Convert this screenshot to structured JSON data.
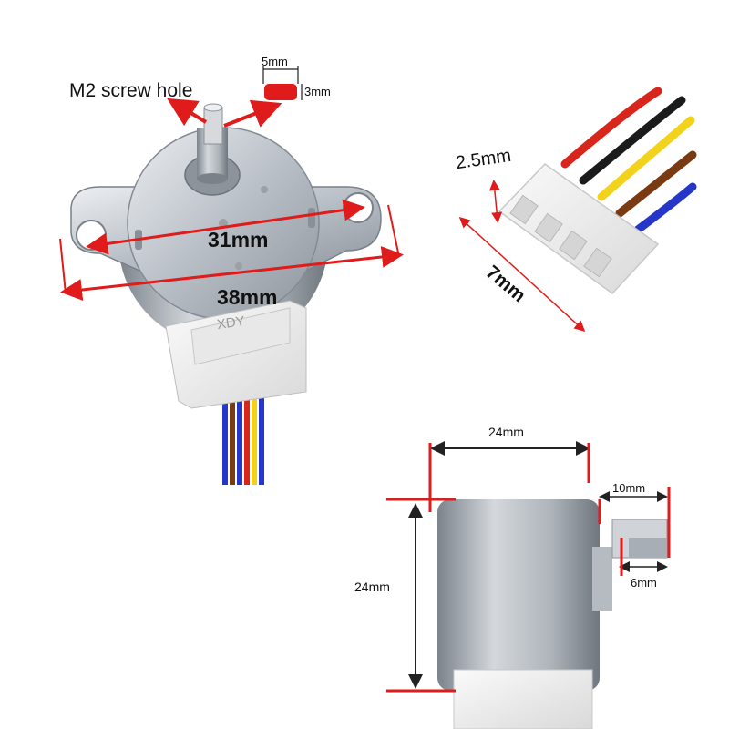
{
  "labels": {
    "screw_hole": "M2 screw hole",
    "shaft_width": "5mm",
    "shaft_flat": "3mm",
    "hole_spacing": "31mm",
    "flange_width": "38mm",
    "body_marking": "XDY",
    "connector_height": "2.5mm",
    "connector_width": "7mm",
    "body_width": "24mm",
    "body_height": "24mm",
    "shaft_length": "10mm",
    "shaft_flat_length": "6mm"
  },
  "colors": {
    "dimension_red": "#e01b1b",
    "dimension_black": "#222222",
    "wire_red": "#d9261c",
    "wire_black": "#1b1b1b",
    "wire_yellow": "#f2d21b",
    "wire_brown": "#7a3b12",
    "wire_blue": "#2636c8"
  }
}
